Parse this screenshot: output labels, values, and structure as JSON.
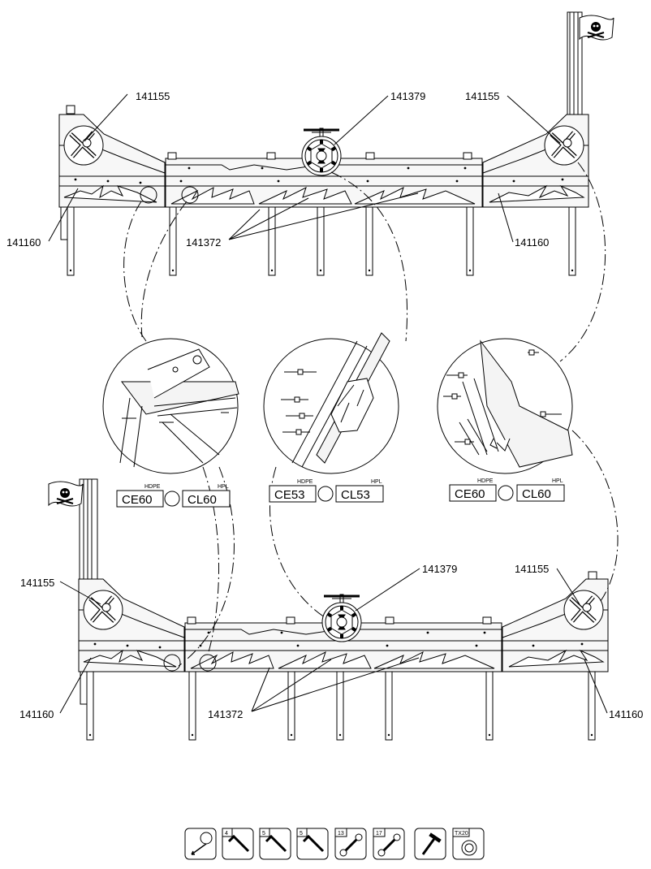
{
  "colors": {
    "line": "#000000",
    "panel": "#f4f4f4",
    "paper": "#ffffff"
  },
  "top": {
    "label_left_top": "141155",
    "label_wheel": "141379",
    "label_right_top": "141155",
    "label_left_bottom": "141160",
    "label_center": "141372",
    "label_right_bottom": "141160"
  },
  "detail_left": {
    "hdpe": "HDPE",
    "hpl": "HPL",
    "code_a": "CE60",
    "code_b": "CL60"
  },
  "detail_center": {
    "hdpe": "HDPE",
    "hpl": "HPL",
    "code_a": "CE53",
    "code_b": "CL53"
  },
  "detail_right": {
    "hdpe": "HDPE",
    "hpl": "HPL",
    "code_a": "CE60",
    "code_b": "CL60"
  },
  "bottom": {
    "label_left_top": "141155",
    "label_wheel": "141379",
    "label_right_top": "141155",
    "label_left_bottom": "141160",
    "label_center": "141372",
    "label_right_bottom": "141160"
  },
  "tools": [
    {
      "icon": "tape-measure-icon",
      "size": ""
    },
    {
      "icon": "hex-key-icon",
      "size": "4"
    },
    {
      "icon": "hex-key-icon",
      "size": "5"
    },
    {
      "icon": "hex-key-icon",
      "size": "5"
    },
    {
      "icon": "socket-wrench-icon",
      "size": "13"
    },
    {
      "icon": "socket-wrench-icon",
      "size": "17"
    },
    {
      "icon": "hammer-icon",
      "size": ""
    },
    {
      "icon": "torx-bit-icon",
      "size": "TX20"
    }
  ]
}
